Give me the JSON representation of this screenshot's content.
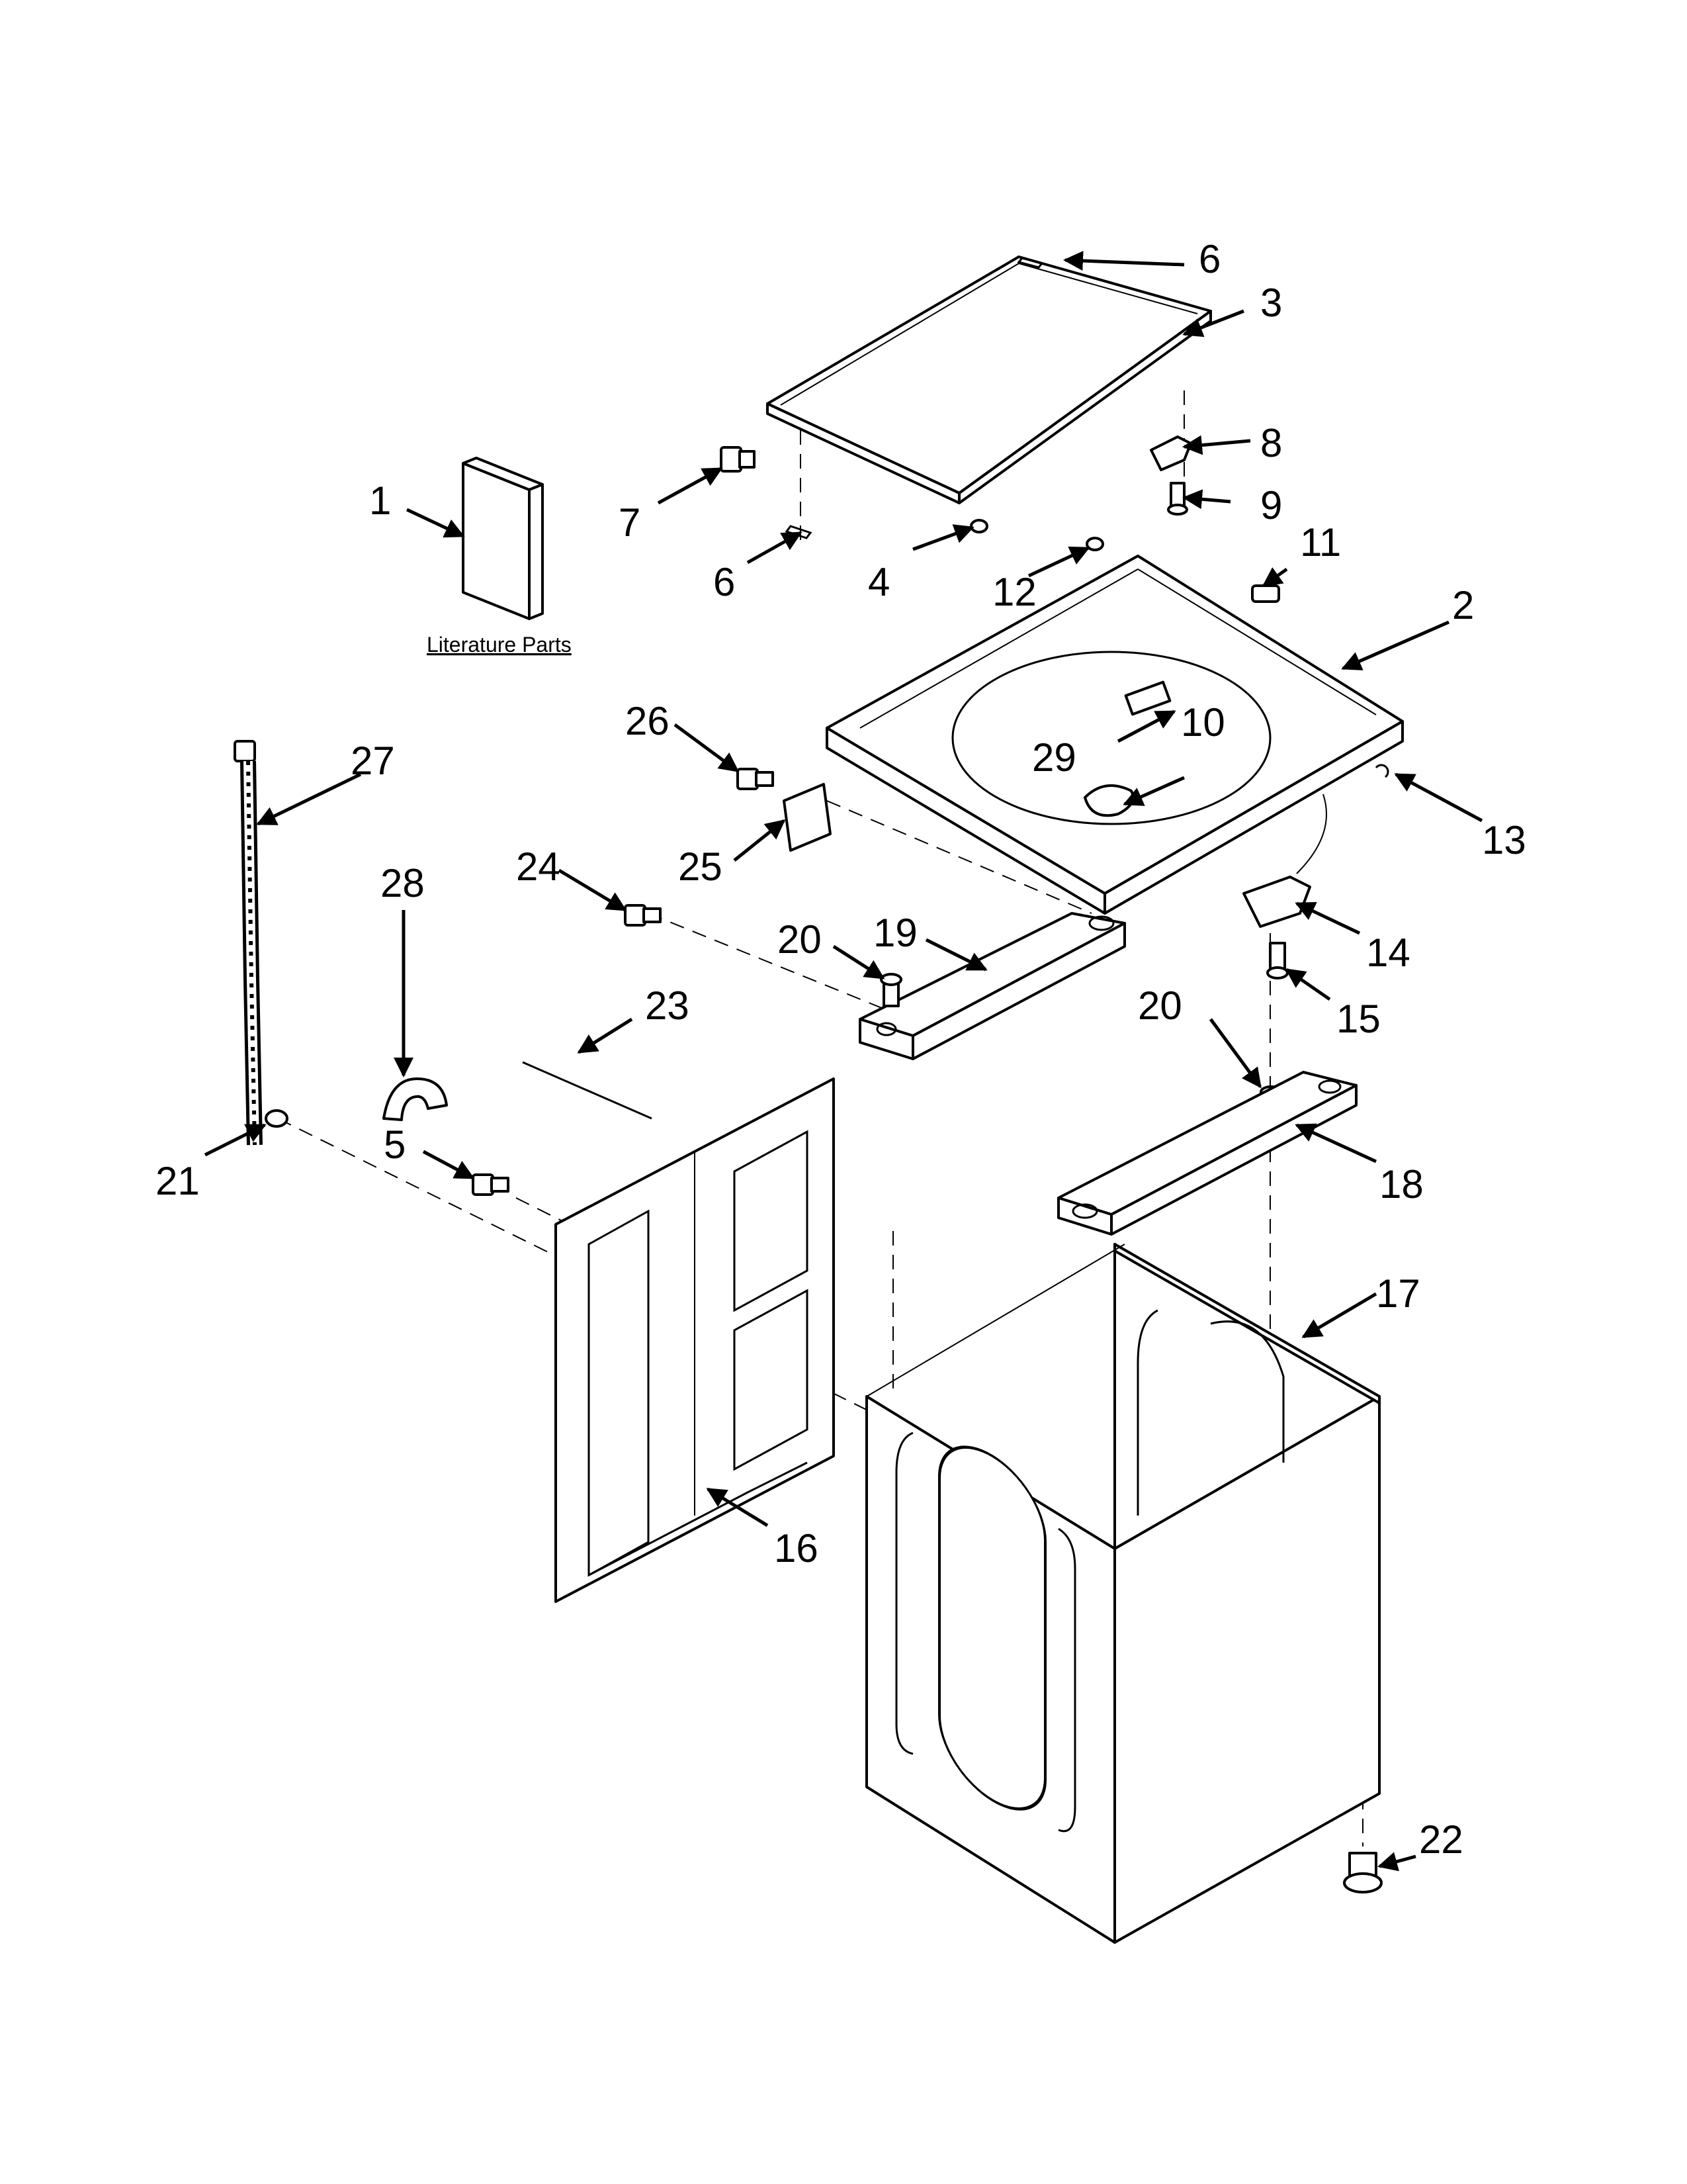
{
  "literature_label": "Literature Parts",
  "callouts": {
    "c1": "1",
    "c2": "2",
    "c3": "3",
    "c4": "4",
    "c5": "5",
    "c6a": "6",
    "c6b": "6",
    "c7": "7",
    "c8": "8",
    "c9": "9",
    "c10": "10",
    "c11": "11",
    "c12": "12",
    "c13": "13",
    "c14": "14",
    "c15": "15",
    "c16": "16",
    "c17": "17",
    "c18": "18",
    "c19": "19",
    "c20a": "20",
    "c20b": "20",
    "c21": "21",
    "c22": "22",
    "c23": "23",
    "c24": "24",
    "c25": "25",
    "c26": "26",
    "c27": "27",
    "c28": "28",
    "c29": "29"
  }
}
